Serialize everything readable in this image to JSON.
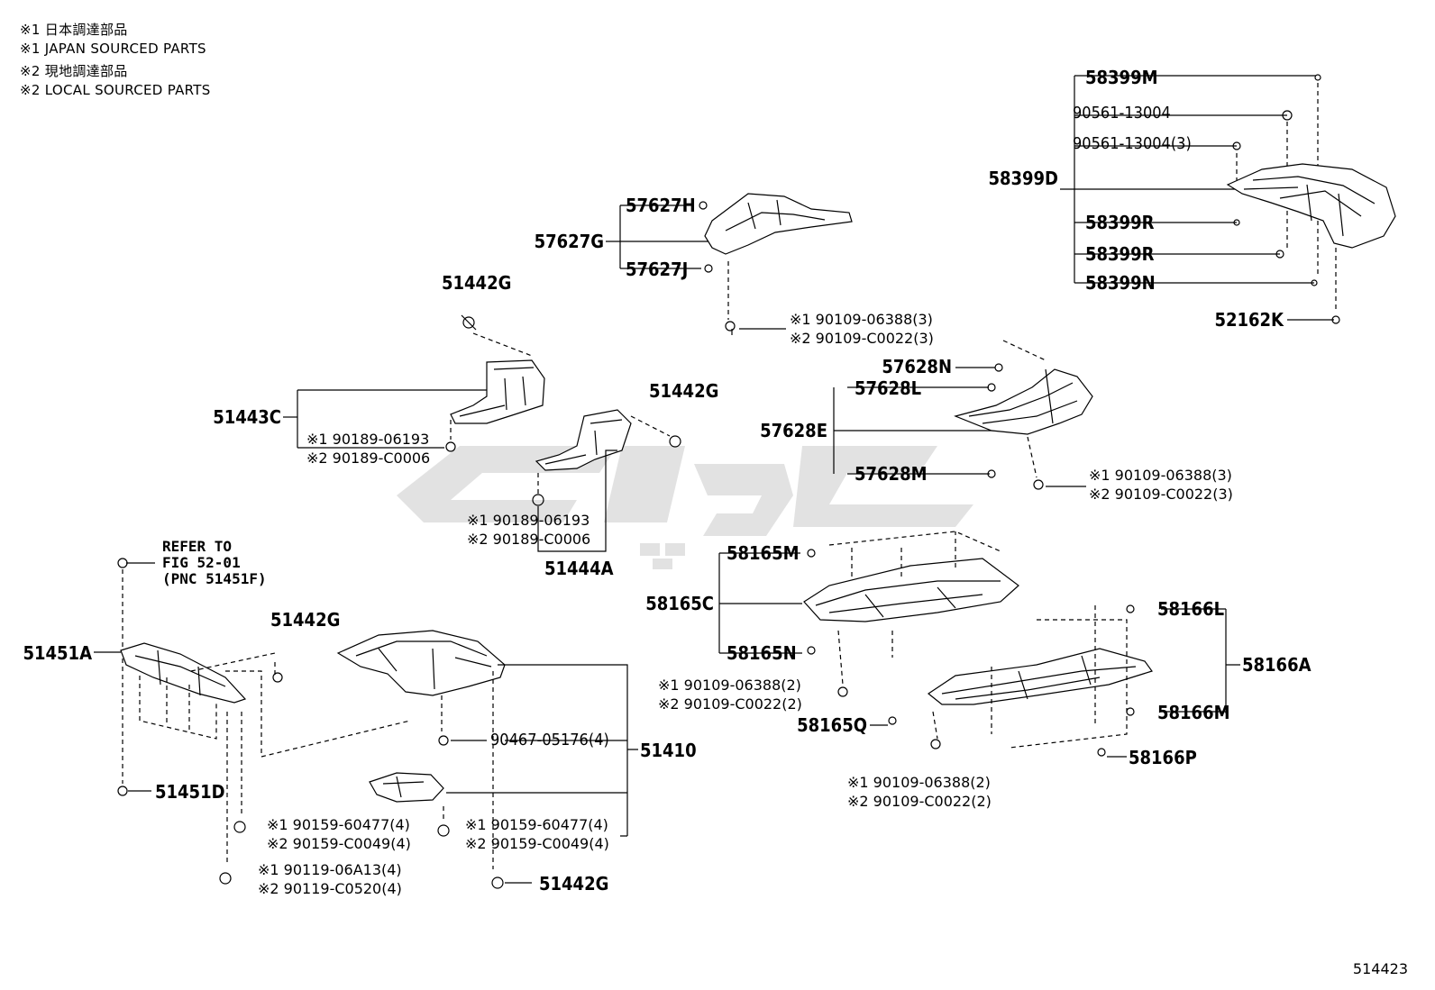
{
  "notes": [
    "※1 日本調達部品",
    "※1 JAPAN SOURCED PARTS",
    "※2 現地調達部品",
    "※2 LOCAL SOURCED PARTS"
  ],
  "drawing_number": "514423",
  "reference_note": [
    "REFER TO",
    "FIG 52-01",
    "(PNC 51451F)"
  ],
  "labels": {
    "p58399M": "58399M",
    "p90561_a": "90561-13004",
    "p90561_b": "90561-13004(3)",
    "p58399D": "58399D",
    "p58399R_a": "58399R",
    "p58399R_b": "58399R",
    "p58399N": "58399N",
    "p52162K": "52162K",
    "p57627H": "57627H",
    "p57627G": "57627G",
    "p57627J": "57627J",
    "p51442G_a": "51442G",
    "p51443C": "51443C",
    "p51442G_b": "51442G",
    "p51444A": "51444A",
    "p57628N": "57628N",
    "p57628L": "57628L",
    "p57628E": "57628E",
    "p57628M": "57628M",
    "p58165M": "58165M",
    "p58165C": "58165C",
    "p58165N": "58165N",
    "p58165Q": "58165Q",
    "p58166L": "58166L",
    "p58166A": "58166A",
    "p58166M": "58166M",
    "p58166P": "58166P",
    "p51451A": "51451A",
    "p51451D": "51451D",
    "p51442G_c": "51442G",
    "p51410": "51410",
    "p90467": "90467-05176(4)",
    "p51442G_d": "51442G"
  },
  "pairs": {
    "b57627": [
      "※1 90109-06388(3)",
      "※2 90109-C0022(3)"
    ],
    "b51443": [
      "※1 90189-06193",
      "※2 90189-C0006"
    ],
    "b51444": [
      "※1 90189-06193",
      "※2 90189-C0006"
    ],
    "b57628": [
      "※1 90109-06388(3)",
      "※2 90109-C0022(3)"
    ],
    "b58165": [
      "※1 90109-06388(2)",
      "※2 90109-C0022(2)"
    ],
    "b58166": [
      "※1 90109-06388(2)",
      "※2 90109-C0022(2)"
    ],
    "b90159_a": [
      "※1 90159-60477(4)",
      "※2 90159-C0049(4)"
    ],
    "b90159_b": [
      "※1 90159-60477(4)",
      "※2 90159-C0049(4)"
    ],
    "b90119": [
      "※1 90119-06A13(4)",
      "※2 90119-C0520(4)"
    ]
  },
  "colors": {
    "ink": "#000000",
    "paper": "#ffffff",
    "watermark": "#9a9a9a"
  }
}
